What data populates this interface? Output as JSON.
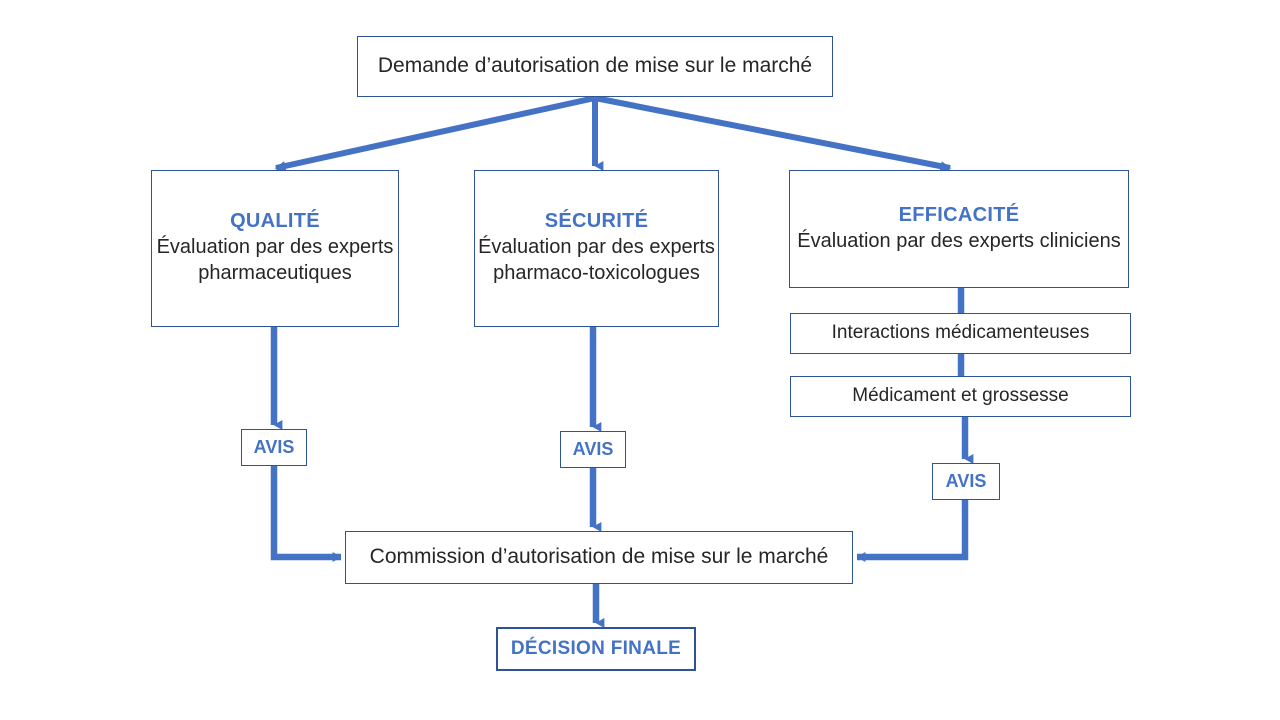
{
  "diagram": {
    "title_text": "Demande d’autorisation de mise sur le marché",
    "colors": {
      "box_border": "#2E5496",
      "arrow": "#4472C4",
      "accent_text": "#4472C4",
      "body_text": "#262626",
      "background": "#FFFFFF"
    },
    "nodes": {
      "demande": {
        "label": "Demande d’autorisation de mise sur le marché"
      },
      "qualite": {
        "title": "QUALITÉ",
        "body": "Évaluation par des experts pharmaceutiques"
      },
      "securite": {
        "title": "SÉCURITÉ",
        "body": "Évaluation par des experts pharmaco-toxicologues"
      },
      "efficacite": {
        "title": "EFFICACITÉ",
        "body": "Évaluation par des experts cliniciens"
      },
      "interactions": {
        "label": "Interactions médicamenteuses"
      },
      "grossesse": {
        "label": "Médicament et grossesse"
      },
      "avis_qualite": {
        "label": "AVIS"
      },
      "avis_securite": {
        "label": "AVIS"
      },
      "avis_efficacite": {
        "label": "AVIS"
      },
      "commission": {
        "label": "Commission d’autorisation de mise sur le marché"
      },
      "decision": {
        "label": "DÉCISION FINALE"
      }
    },
    "edges": [
      {
        "from": "demande",
        "to": "qualite",
        "style": "diagonal-arrow"
      },
      {
        "from": "demande",
        "to": "securite",
        "style": "straight-arrow"
      },
      {
        "from": "demande",
        "to": "efficacite",
        "style": "diagonal-arrow"
      },
      {
        "from": "qualite",
        "to": "avis_qualite",
        "style": "straight-arrow"
      },
      {
        "from": "securite",
        "to": "avis_securite",
        "style": "straight-arrow"
      },
      {
        "from": "efficacite",
        "to": "interactions",
        "style": "straight-line"
      },
      {
        "from": "interactions",
        "to": "grossesse",
        "style": "straight-line"
      },
      {
        "from": "grossesse",
        "to": "avis_efficacite",
        "style": "straight-arrow"
      },
      {
        "from": "avis_qualite",
        "to": "commission",
        "style": "elbow-arrow"
      },
      {
        "from": "avis_securite",
        "to": "commission",
        "style": "straight-arrow"
      },
      {
        "from": "avis_efficacite",
        "to": "commission",
        "style": "elbow-arrow"
      },
      {
        "from": "commission",
        "to": "decision",
        "style": "straight-arrow"
      }
    ]
  }
}
